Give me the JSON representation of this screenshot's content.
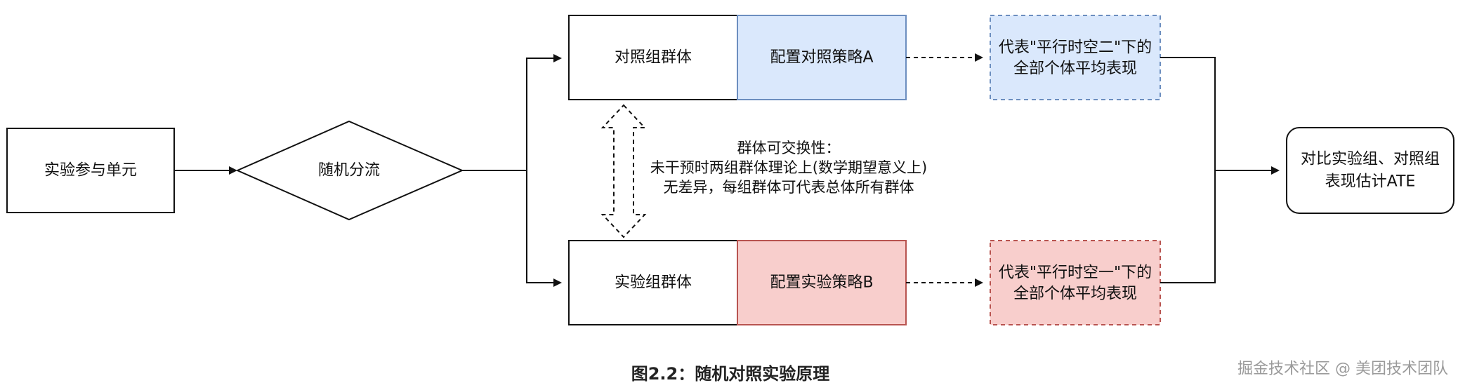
{
  "nodes": {
    "unit": "实验参与单元",
    "split": "随机分流",
    "control_group": "对照组群体",
    "control_strategy": "配置对照策略A",
    "control_outcome_line1": "代表\"平行时空二\"下的",
    "control_outcome_line2": "全部个体平均表现",
    "treatment_group": "实验组群体",
    "treatment_strategy": "配置实验策略B",
    "treatment_outcome_line1": "代表\"平行时空一\"下的",
    "treatment_outcome_line2": "全部个体平均表现",
    "compare_line1": "对比实验组、对照组",
    "compare_line2": "表现估计ATE"
  },
  "note": {
    "line1": "群体可交换性：",
    "line2": "未干预时两组群体理论上(数学期望意义上)",
    "line3": "无差异，每组群体可代表总体所有群体"
  },
  "caption": "图2.2：随机对照实验原理",
  "watermark": "掘金技术社区 @ 美团技术团队",
  "colors": {
    "control_fill": "#dae8fc",
    "control_stroke": "#6c8ebf",
    "treatment_fill": "#f8cecc",
    "treatment_stroke": "#b85450"
  }
}
